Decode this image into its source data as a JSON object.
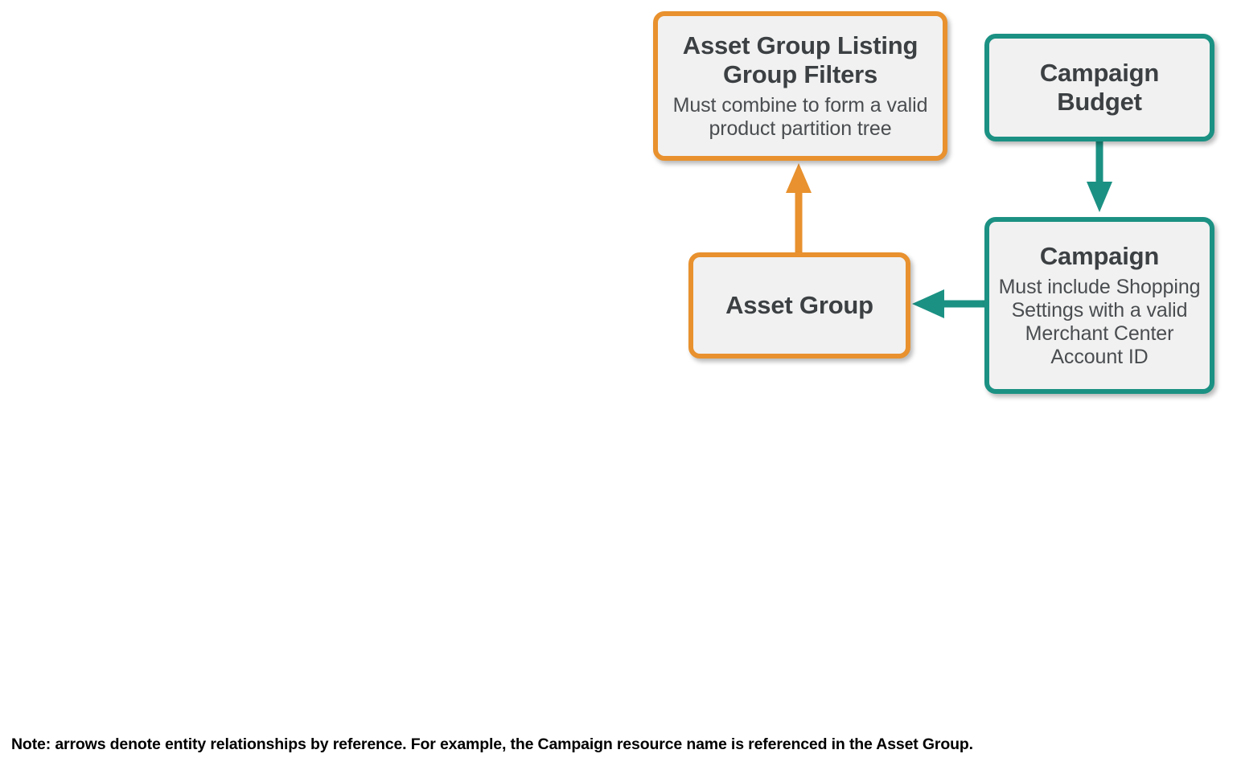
{
  "diagram": {
    "type": "entity-relationship",
    "colors": {
      "orange": "#E8912E",
      "teal": "#1B9183",
      "node_fill": "#F1F1F1",
      "title_text": "#3C4043",
      "subtitle_text": "#4A4D50",
      "note_text": "#000000",
      "background": "#FFFFFF"
    },
    "nodes": [
      {
        "id": "asset-group-listing-group-filters",
        "title": "Asset Group Listing Group Filters",
        "subtitle": "Must combine to form a valid product partition tree",
        "accent": "orange"
      },
      {
        "id": "campaign-budget",
        "title": "Campaign Budget",
        "subtitle": "",
        "accent": "teal"
      },
      {
        "id": "asset-group",
        "title": "Asset Group",
        "subtitle": "",
        "accent": "orange"
      },
      {
        "id": "campaign",
        "title": "Campaign",
        "subtitle": "Must include Shopping Settings with a valid Merchant Center Account ID",
        "accent": "teal"
      }
    ],
    "edges": [
      {
        "id": "asset-group-to-filters",
        "from": "asset-group",
        "to": "asset-group-listing-group-filters",
        "direction": "up",
        "accent": "orange"
      },
      {
        "id": "campaign-budget-to-campaign",
        "from": "campaign-budget",
        "to": "campaign",
        "direction": "down",
        "accent": "teal"
      },
      {
        "id": "campaign-to-asset-group",
        "from": "campaign",
        "to": "asset-group",
        "direction": "left",
        "accent": "teal"
      }
    ],
    "note": "Note: arrows denote entity relationships by reference. For example, the Campaign resource name is referenced in the Asset Group."
  }
}
